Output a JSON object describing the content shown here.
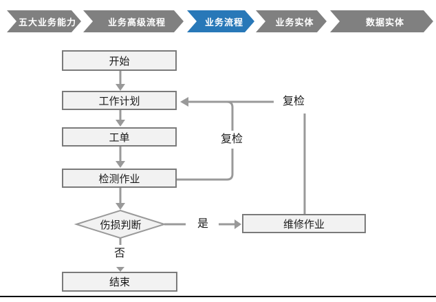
{
  "breadcrumb": {
    "items": [
      {
        "label": "五大业务能力",
        "active": false
      },
      {
        "label": "业务高级流程",
        "active": false
      },
      {
        "label": "业务流程",
        "active": true
      },
      {
        "label": "业务实体",
        "active": false
      },
      {
        "label": "数据实体",
        "active": false
      }
    ],
    "active_color": "#2878b8",
    "inactive_color": "#808080"
  },
  "flowchart": {
    "nodes": {
      "start": "开始",
      "plan": "工作计划",
      "order": "工单",
      "inspect": "检测作业",
      "decision": "伤损判断",
      "repair": "维修作业",
      "end": "结束"
    },
    "edge_labels": {
      "yes": "是",
      "no": "否",
      "recheck_inner": "复检",
      "recheck_outer": "复检"
    },
    "colors": {
      "node_fill": "#f2f2f2",
      "node_border": "#7a7a7a",
      "connector": "#999999",
      "text": "#1a1a1a",
      "bottom_rule": "#000000"
    }
  }
}
